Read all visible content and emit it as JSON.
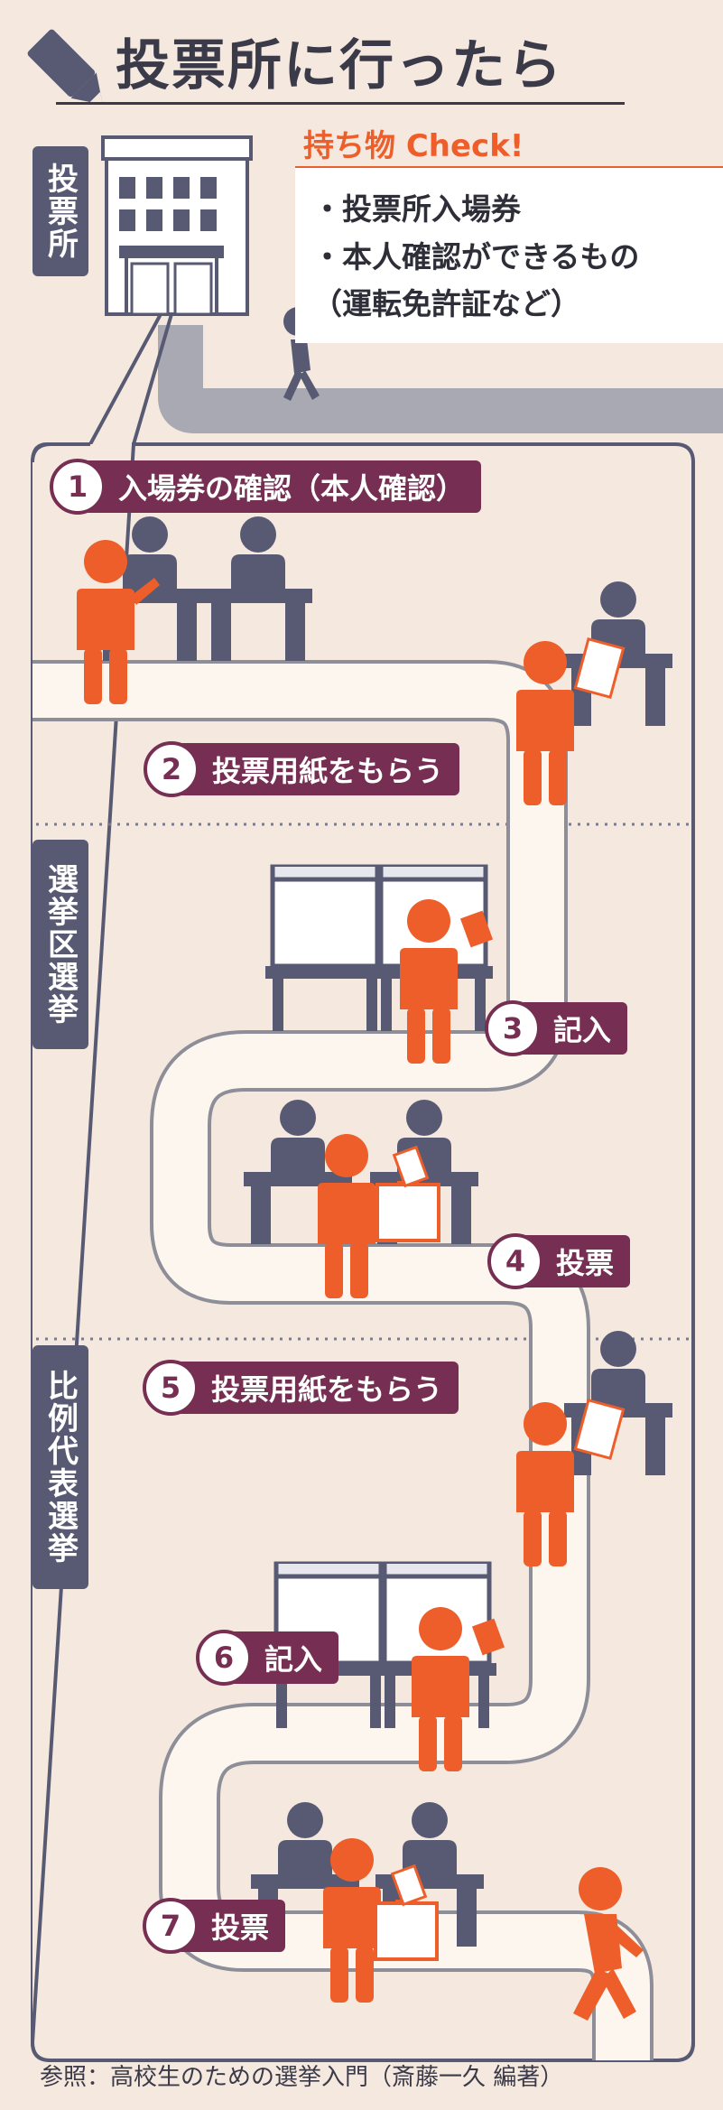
{
  "title": "投票所に行ったら",
  "checklist": {
    "title": "持ち物 Check!",
    "items": [
      "・投票所入場券",
      "・本人確認ができるもの",
      "（運転免許証など）"
    ]
  },
  "sections": {
    "polling_station": "投票所",
    "district_election": "選挙区選挙",
    "proportional_election": "比例代表選挙"
  },
  "steps": [
    {
      "num": "1",
      "label": "入場券の確認（本人確認）"
    },
    {
      "num": "2",
      "label": "投票用紙をもらう"
    },
    {
      "num": "3",
      "label": "記入"
    },
    {
      "num": "4",
      "label": "投票"
    },
    {
      "num": "5",
      "label": "投票用紙をもらう"
    },
    {
      "num": "6",
      "label": "記入"
    },
    {
      "num": "7",
      "label": "投票"
    }
  ],
  "footer": "参照：高校生のための選挙入門（斎藤一久 編著）",
  "colors": {
    "background": "#F5E8DF",
    "accent_orange": "#EE5E2A",
    "step_purple": "#762E52",
    "staff_gray": "#575A72",
    "path_cream": "#FCF6EF"
  },
  "icons": [
    "pen-icon",
    "building-icon",
    "walking-person-icon",
    "staff-icon",
    "voter-icon",
    "voting-booth-icon",
    "ballot-box-icon"
  ]
}
